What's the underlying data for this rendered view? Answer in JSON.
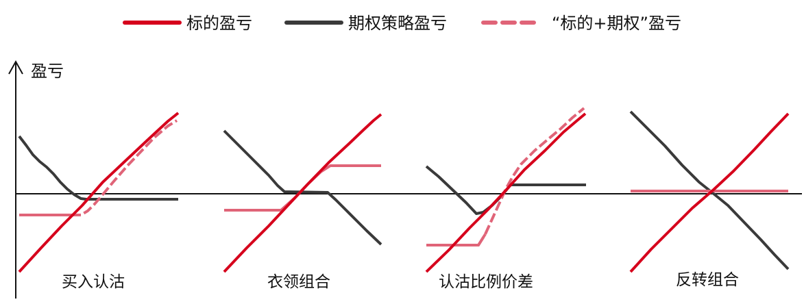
{
  "legend": {
    "underlying": "标的盈亏",
    "strategy": "期权策略盈亏",
    "combined": "“标的+期权”盈亏"
  },
  "axis": {
    "y_label": "盈亏"
  },
  "panels": [
    {
      "label": "买入认沽"
    },
    {
      "label": "衣领组合"
    },
    {
      "label": "认沽比例价差"
    },
    {
      "label": "反转组合"
    }
  ],
  "colors": {
    "underlying": "#d6001c",
    "strategy": "#3a3a3a",
    "combined": "#e06478",
    "axis": "#111111"
  }
}
